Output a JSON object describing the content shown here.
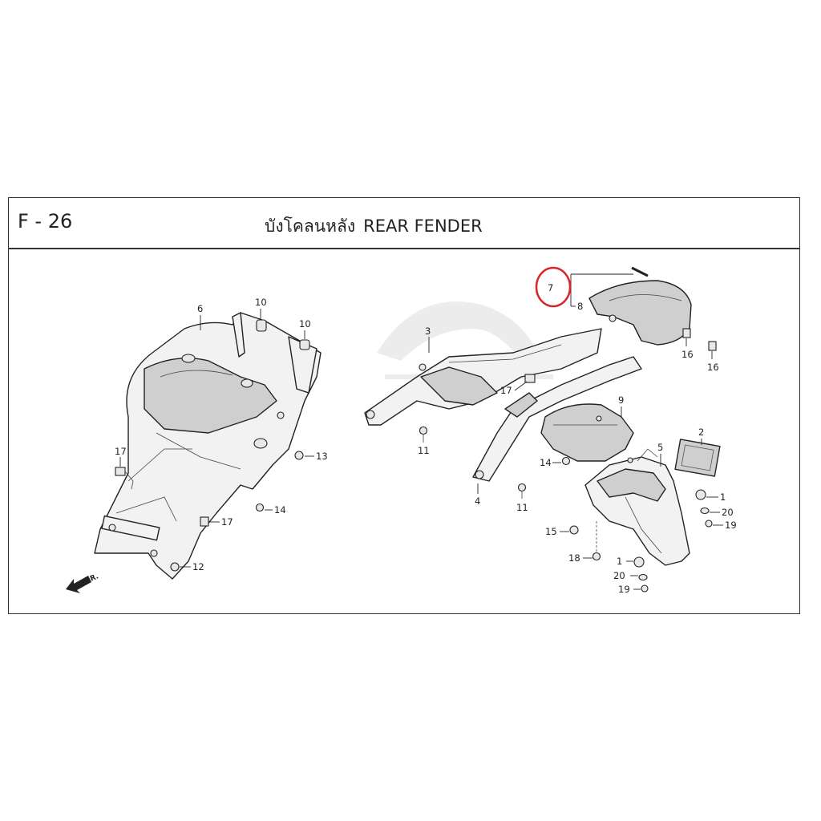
{
  "header": {
    "code": "F - 26",
    "title_thai": "บังโคลนหลัง",
    "title_en": "REAR FENDER"
  },
  "callouts": {
    "p1a": "1",
    "p1b": "1",
    "p2": "2",
    "p3": "3",
    "p4": "4",
    "p5": "5",
    "p6": "6",
    "p7": "7",
    "p8": "8",
    "p9": "9",
    "p10a": "10",
    "p10b": "10",
    "p11a": "11",
    "p11b": "11",
    "p12": "12",
    "p13": "13",
    "p14a": "14",
    "p14b": "14",
    "p15": "15",
    "p16a": "16",
    "p16b": "16",
    "p17a": "17",
    "p17b": "17",
    "p17c": "17",
    "p18": "18",
    "p19a": "19",
    "p19b": "19",
    "p20a": "20",
    "p20b": "20"
  },
  "front_indicator": "FR.",
  "highlight": {
    "target_part": "7",
    "color": "#d9262b"
  }
}
